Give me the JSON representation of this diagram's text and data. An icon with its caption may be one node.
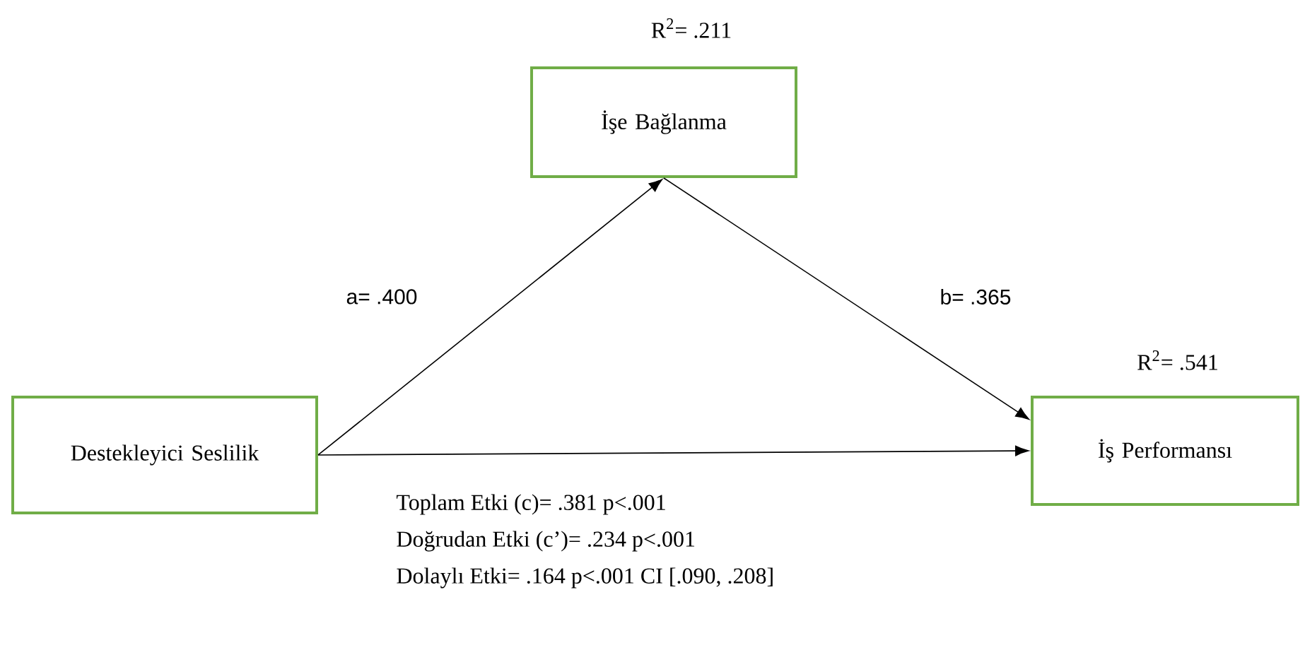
{
  "diagram": {
    "nodes": [
      {
        "text": [
          "İşe Bağlanma"
        ],
        "beside": [
          "R$^{2}$= .211"
        ]
      },
      {
        "text": [
          "Destekleyici Seslilik"
        ]
      },
      {
        "text": [
          "İş Performansı"
        ],
        "beside": [
          "R$^{2}$= .541"
        ]
      }
    ],
    "edges": [
      {
        "from": 1,
        "to": 0,
        "arrow": "to",
        "label": "a= .400"
      },
      {
        "from": 0,
        "to": 2,
        "arrow": "to",
        "label": "b= .365"
      },
      {
        "from": 1,
        "to": 2,
        "arrow": "to"
      }
    ],
    "labels": [
      "Toplam Etki (c)= .381 p<.001",
      "Doğrudan Etki (c’)= .234 p<.001",
      "Dolaylı Etki= .164 p<.001 CI [.090, .208]"
    ]
  }
}
